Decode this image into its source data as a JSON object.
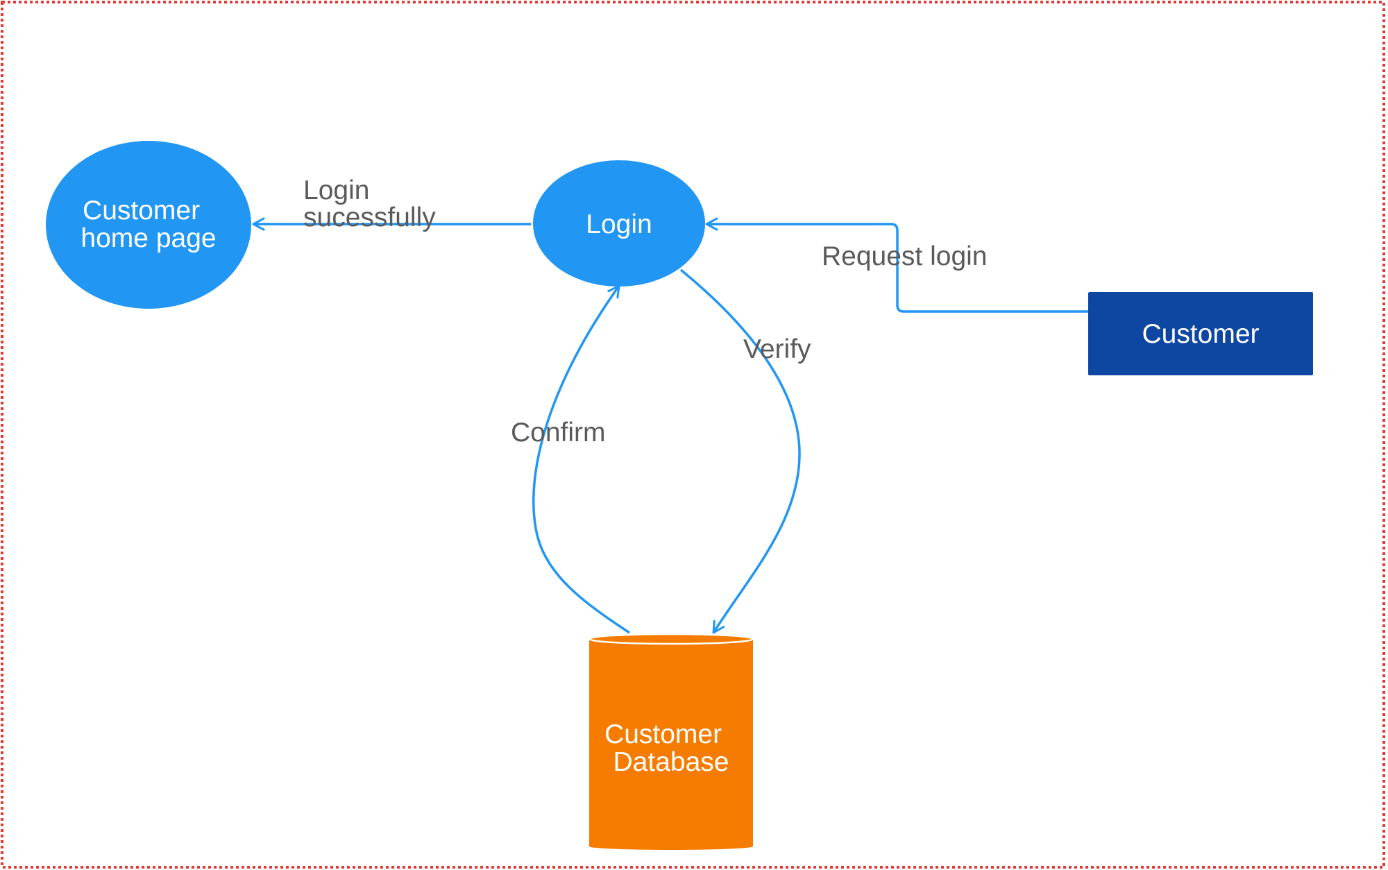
{
  "colors": {
    "process_fill": "#2196F3",
    "entity_fill": "#0D47A1",
    "datastore_fill": "#F57C00",
    "edge_stroke": "#2196F3",
    "border": "#E53935",
    "edge_label": "#5a5a5a",
    "node_text": "#ffffff"
  },
  "nodes": {
    "customer_home_page": {
      "line1": "Customer",
      "line2": "home page"
    },
    "login": {
      "label": "Login"
    },
    "customer": {
      "label": "Customer"
    },
    "customer_database": {
      "line1": "Customer",
      "line2": "Database"
    }
  },
  "edges": {
    "login_successfully": {
      "line1": "Login",
      "line2": "sucessfully"
    },
    "request_login": {
      "label": "Request login"
    },
    "verify": {
      "label": "Verify"
    },
    "confirm": {
      "label": "Confirm"
    }
  }
}
